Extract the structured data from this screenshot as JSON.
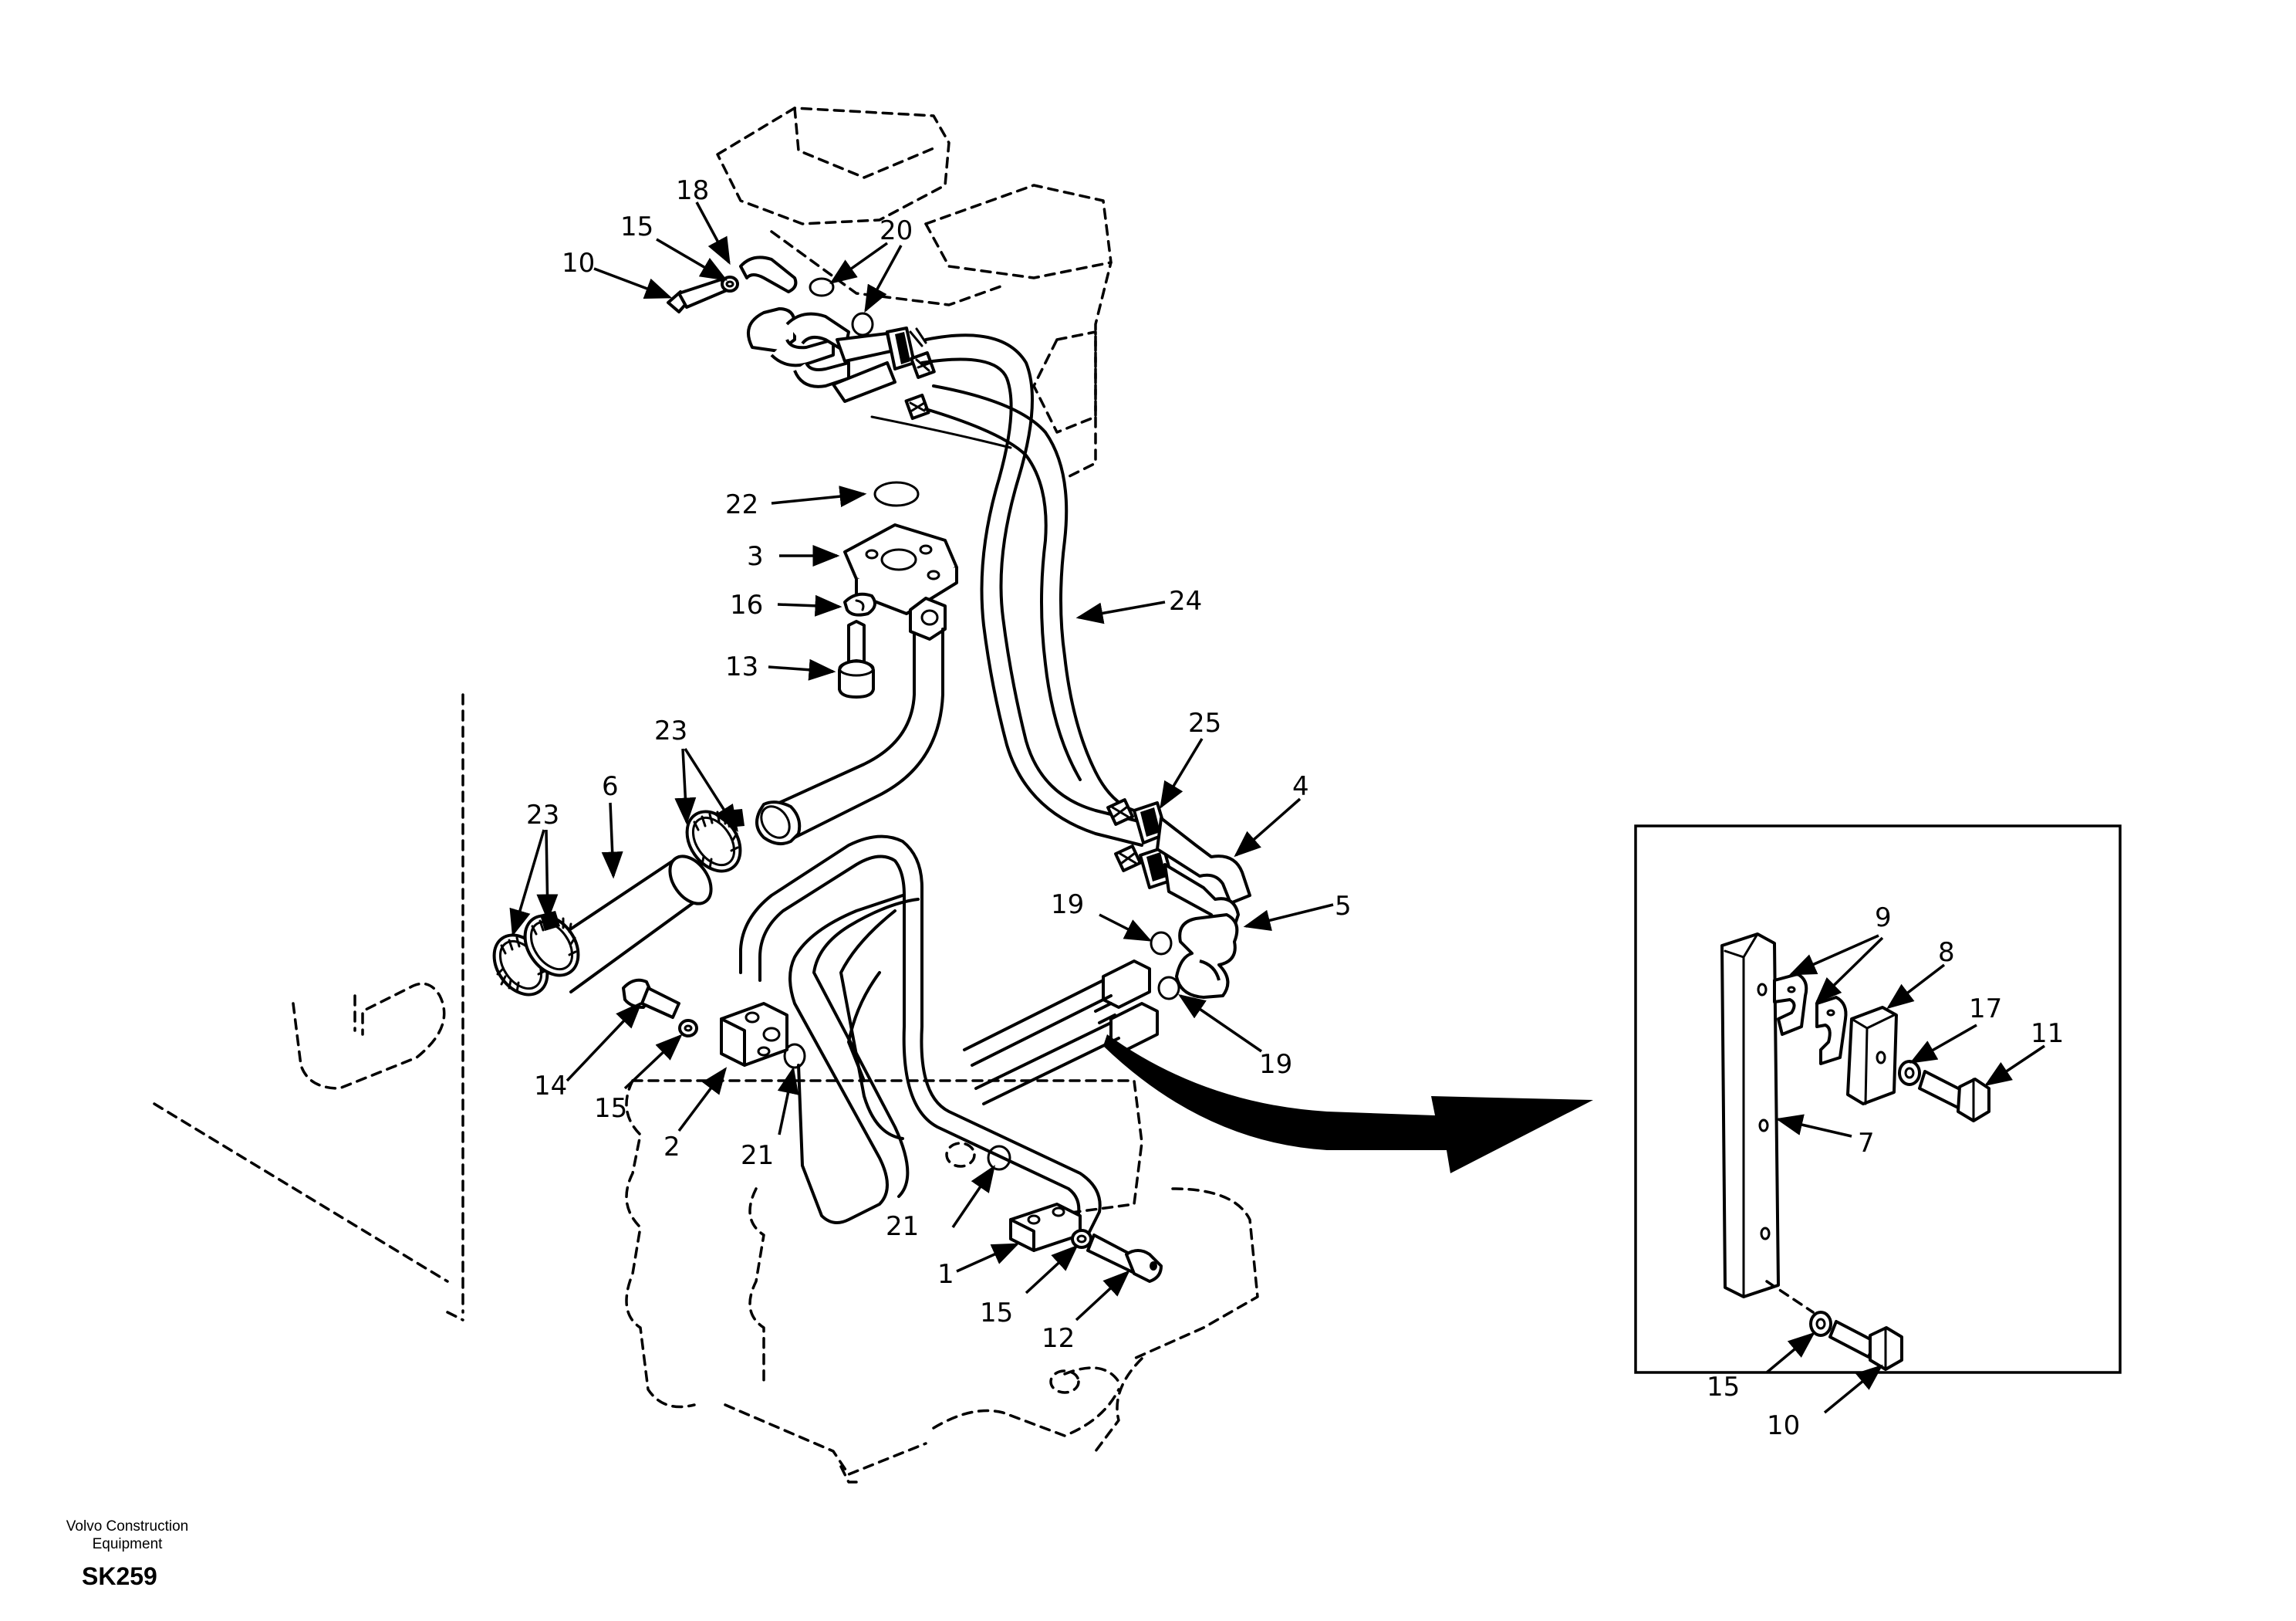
{
  "credit": {
    "line1": "Volvo Construction",
    "line2": "Equipment"
  },
  "sheet_code": "SK259",
  "callouts": {
    "c1": "1",
    "c2": "2",
    "c3": "3",
    "c4": "4",
    "c5": "5",
    "c6": "6",
    "c7": "7",
    "c8": "8",
    "c9": "9",
    "c10a": "10",
    "c10b": "10",
    "c11": "11",
    "c12": "12",
    "c13": "13",
    "c14": "14",
    "c15a": "15",
    "c15b": "15",
    "c15c": "15",
    "c15d": "15",
    "c16": "16",
    "c17": "17",
    "c18": "18",
    "c19a": "19",
    "c19b": "19",
    "c20": "20",
    "c21a": "21",
    "c21b": "21",
    "c22": "22",
    "c23a": "23",
    "c23b": "23",
    "c24": "24",
    "c25": "25"
  }
}
